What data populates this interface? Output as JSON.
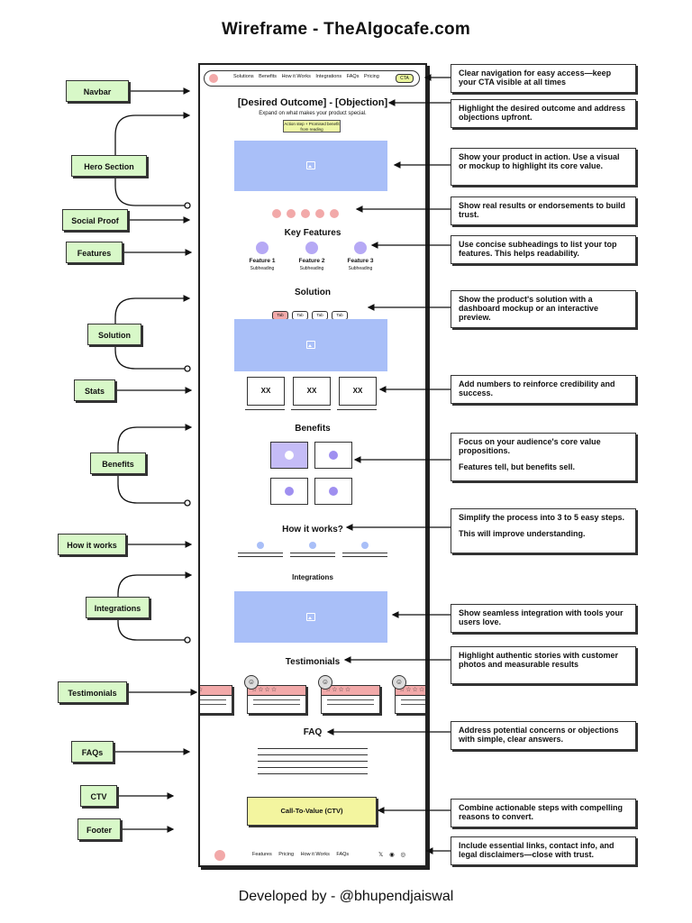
{
  "title": "Wireframe  - TheAlgocafe.com",
  "credit": "Developed by - @bhupendjaiswal",
  "wireframe": {
    "navbar": {
      "links": [
        "Solutions",
        "Benefits",
        "How it Works",
        "Integrations",
        "FAQs",
        "Pricing"
      ],
      "cta": "CTA"
    },
    "hero": {
      "heading": "[Desired Outcome] - [Objection]",
      "subheading": "Expand on what makes your product special.",
      "button": "Action step + Promised benefit from reading"
    },
    "features": {
      "heading": "Key Features",
      "items": [
        {
          "name": "Feature 1",
          "sub": "Subheading"
        },
        {
          "name": "Feature 2",
          "sub": "Subheading"
        },
        {
          "name": "Feature 3",
          "sub": "Subheading"
        }
      ]
    },
    "solution": {
      "heading": "Solution",
      "tabs": [
        "Tab",
        "Tab",
        "Tab",
        "Tab"
      ]
    },
    "stats": [
      "XX",
      "XX",
      "XX"
    ],
    "benefits_heading": "Benefits",
    "how_heading": "How it works?",
    "integrations_heading": "Integrations",
    "testimonials": {
      "heading": "Testimonials",
      "stars": "☆☆☆☆"
    },
    "faq_heading": "FAQ",
    "ctv_button": "Call-To-Value (CTV)",
    "footer": {
      "links": [
        "Features",
        "Pricing",
        "How it Works",
        "FAQs"
      ],
      "social": [
        "𝕏",
        "◉",
        "◎"
      ]
    }
  },
  "labels": {
    "navbar": "Navbar",
    "hero": "Hero Section",
    "social_proof": "Social Proof",
    "features": "Features",
    "solution": "Solution",
    "stats": "Stats",
    "benefits": "Benefits",
    "how_it_works": "How it works",
    "integrations": "Integrations",
    "testimonials": "Testimonials",
    "faqs": "FAQs",
    "ctv": "CTV",
    "footer": "Footer"
  },
  "notes": {
    "navbar": "Clear navigation for easy access—keep your CTA visible at all times",
    "hero_heading": "Highlight the desired outcome and address objections upfront.",
    "hero_visual": "Show your product in action. Use a visual or mockup to highlight its core value.",
    "social_proof": "Show real results or endorsements to build trust.",
    "features": "Use concise subheadings to list your top features. This helps readability.",
    "solution": "Show the product's solution with a dashboard mockup or an interactive preview.",
    "stats": "Add numbers to reinforce credibility and success.",
    "benefits_1": "Focus on your audience's core value propositions.",
    "benefits_2": "Features tell, but benefits sell.",
    "how_1": "Simplify the process into 3 to 5 easy steps.",
    "how_2": "This will improve understanding.",
    "integrations": "Show seamless integration with tools your users love.",
    "testimonials": "Highlight authentic stories with customer photos and measurable results",
    "faq": "Address potential concerns or objections with simple, clear answers.",
    "ctv": "Combine actionable steps with compelling reasons to convert.",
    "footer": "Include essential links, contact info, and legal disclaimers—close with trust."
  },
  "colors": {
    "label_bg": "#d8f8c8",
    "image_placeholder": "#a9bff8",
    "accent_pink": "#f2a9a9",
    "accent_purple": "#b6a9f5",
    "cta_yellow": "#f3f59f"
  }
}
